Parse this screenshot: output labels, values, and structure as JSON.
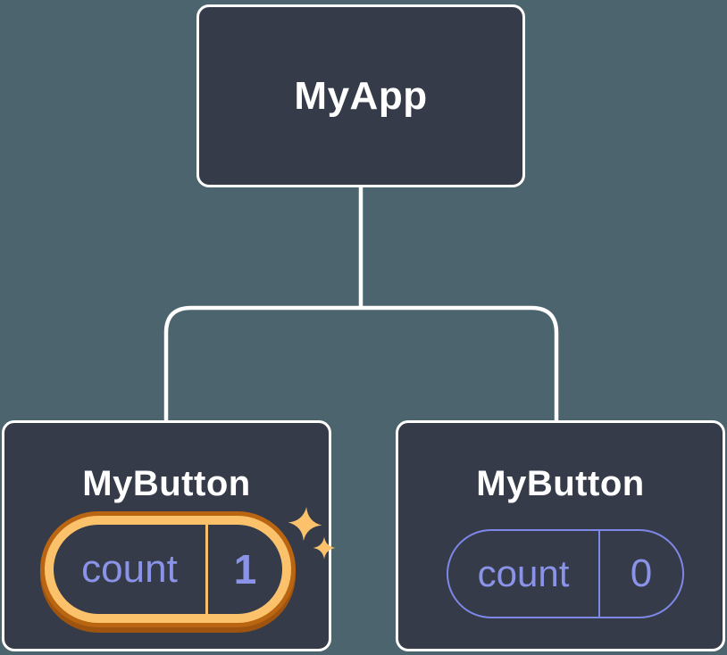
{
  "diagram": {
    "type": "component-tree",
    "root": {
      "label": "MyApp"
    },
    "children": [
      {
        "label": "MyButton",
        "state_name": "count",
        "state_value": "1",
        "highlighted": true,
        "decoration": "sparkles"
      },
      {
        "label": "MyButton",
        "state_name": "count",
        "state_value": "0",
        "highlighted": false,
        "decoration": "none"
      }
    ],
    "colors": {
      "background": "#4c646d",
      "node_fill": "#353b48",
      "node_border": "#ffffff",
      "connector": "#ffffff",
      "label_text": "#ffffff",
      "state_text": "#8a93e8",
      "state_border": "#7e88e8",
      "highlight_ring": "#fbc26b",
      "highlight_glow": "#b96512",
      "highlight_glow_deep": "#9e540e",
      "sparkle": "#fbc16b"
    }
  }
}
